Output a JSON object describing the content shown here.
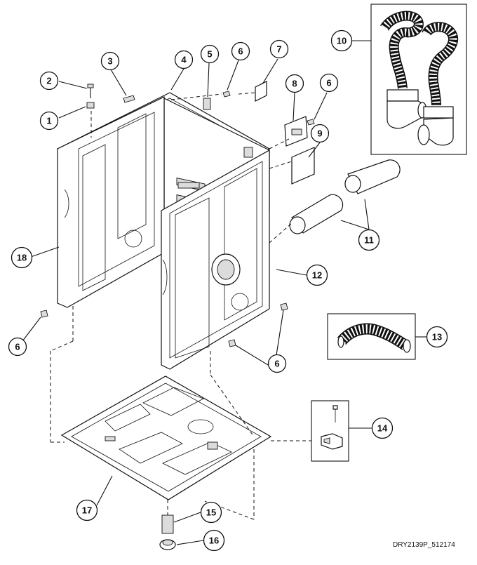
{
  "callouts": [
    {
      "id": "c1",
      "label": "1"
    },
    {
      "id": "c2",
      "label": "2"
    },
    {
      "id": "c3",
      "label": "3"
    },
    {
      "id": "c4",
      "label": "4"
    },
    {
      "id": "c5",
      "label": "5"
    },
    {
      "id": "c6a",
      "label": "6"
    },
    {
      "id": "c7",
      "label": "7"
    },
    {
      "id": "c8",
      "label": "8"
    },
    {
      "id": "c6b",
      "label": "6"
    },
    {
      "id": "c9",
      "label": "9"
    },
    {
      "id": "c10",
      "label": "10"
    },
    {
      "id": "c11",
      "label": "11"
    },
    {
      "id": "c12",
      "label": "12"
    },
    {
      "id": "c13",
      "label": "13"
    },
    {
      "id": "c14",
      "label": "14"
    },
    {
      "id": "c15",
      "label": "15"
    },
    {
      "id": "c16",
      "label": "16"
    },
    {
      "id": "c17",
      "label": "17"
    },
    {
      "id": "c18",
      "label": "18"
    },
    {
      "id": "c6c",
      "label": "6"
    },
    {
      "id": "c6d",
      "label": "6"
    }
  ],
  "diagram_code": "DRY2139P_512174"
}
